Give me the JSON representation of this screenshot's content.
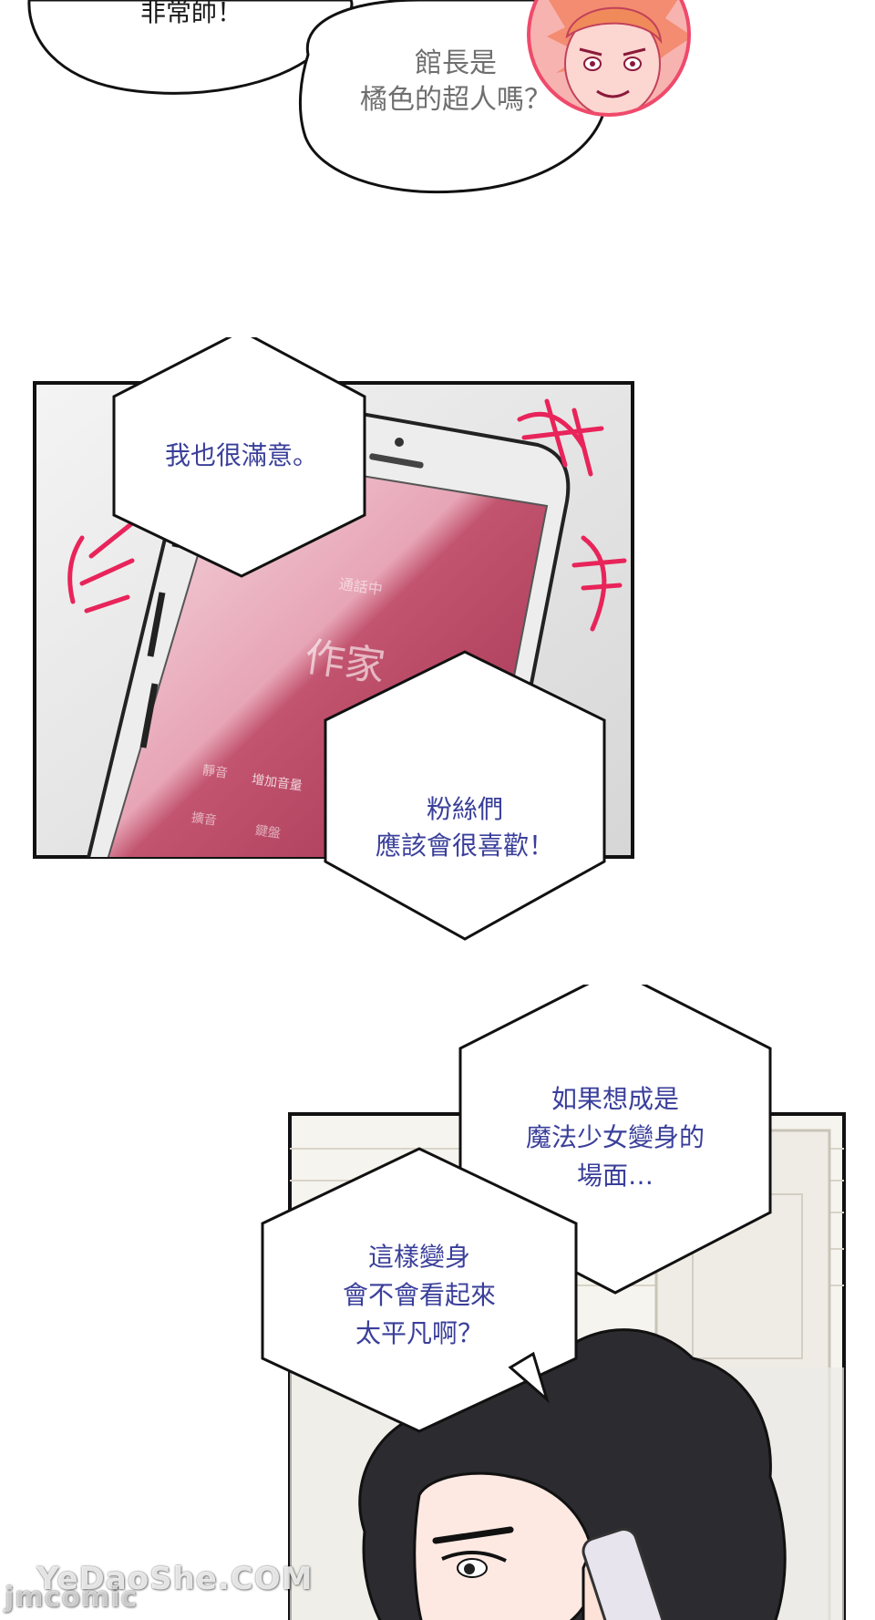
{
  "bubbles": {
    "top_left": "非常帥！",
    "top_right": [
      "館長是",
      "橘色的超人嗎？"
    ],
    "panel1_hex_top": "我也很滿意。",
    "panel1_hex_bottom": [
      "粉絲們",
      "應該會很喜歡！"
    ],
    "panel2_hex_top": [
      "如果想成是",
      "魔法少女變身的",
      "場面…"
    ],
    "panel2_hex_left": [
      "這樣變身",
      "會不會看起來",
      "太平凡啊？"
    ]
  },
  "phone_screen": {
    "title": "作家",
    "status": "通話中",
    "labels": [
      "靜音",
      "增加音量",
      "擴音",
      "鍵盤"
    ]
  },
  "watermarks": {
    "main": "YeDaoShe.COM",
    "secondary": "jmcomic"
  },
  "colors": {
    "bubble_gray_text": "#6f6f6f",
    "bubble_blue_text": "#3a3f9a",
    "phone_screen_pink": "#c2546f",
    "speed_lines": "#e8245a"
  }
}
